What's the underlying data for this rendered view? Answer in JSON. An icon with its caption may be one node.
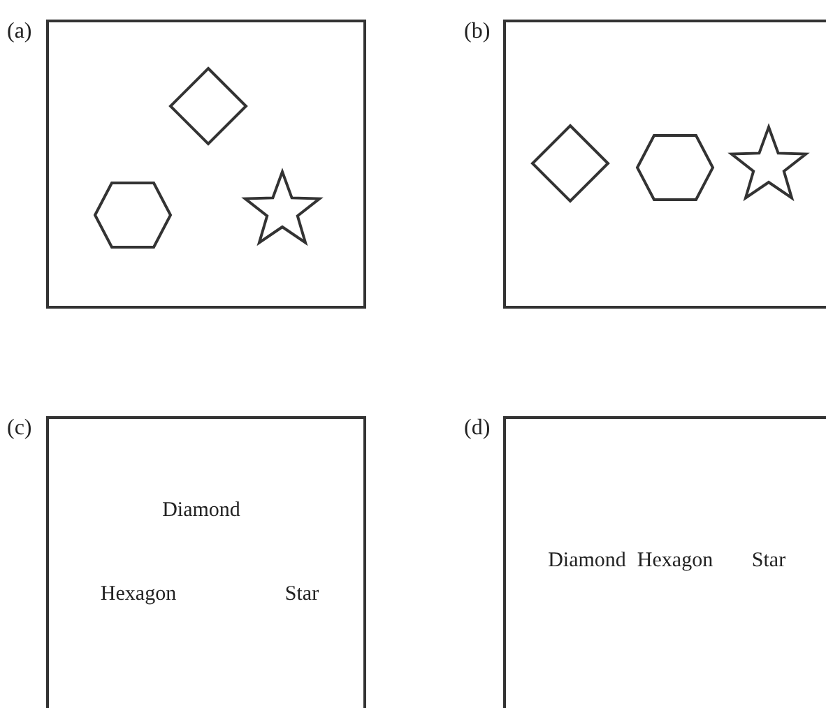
{
  "diagram": {
    "nodes": [
      {
        "text": [
          "(a)"
        ]
      },
      {
        "text": [],
        "shape": "diamond",
        "in": 0
      },
      {
        "text": [],
        "shape": "hexagon",
        "in": 0
      },
      {
        "text": [],
        "shape": "star",
        "in": 0
      },
      {
        "text": [
          "(b)"
        ]
      },
      {
        "text": [],
        "shape": "diamond",
        "in": 4
      },
      {
        "text": [],
        "shape": "hexagon",
        "in": 4
      },
      {
        "text": [],
        "shape": "star",
        "in": 4
      },
      {
        "text": [
          "(c)",
          "Diamond",
          "Hexagon",
          "Star"
        ]
      },
      {
        "text": [
          "(d)",
          "Diamond",
          "Hexagon",
          "Star"
        ]
      }
    ]
  }
}
